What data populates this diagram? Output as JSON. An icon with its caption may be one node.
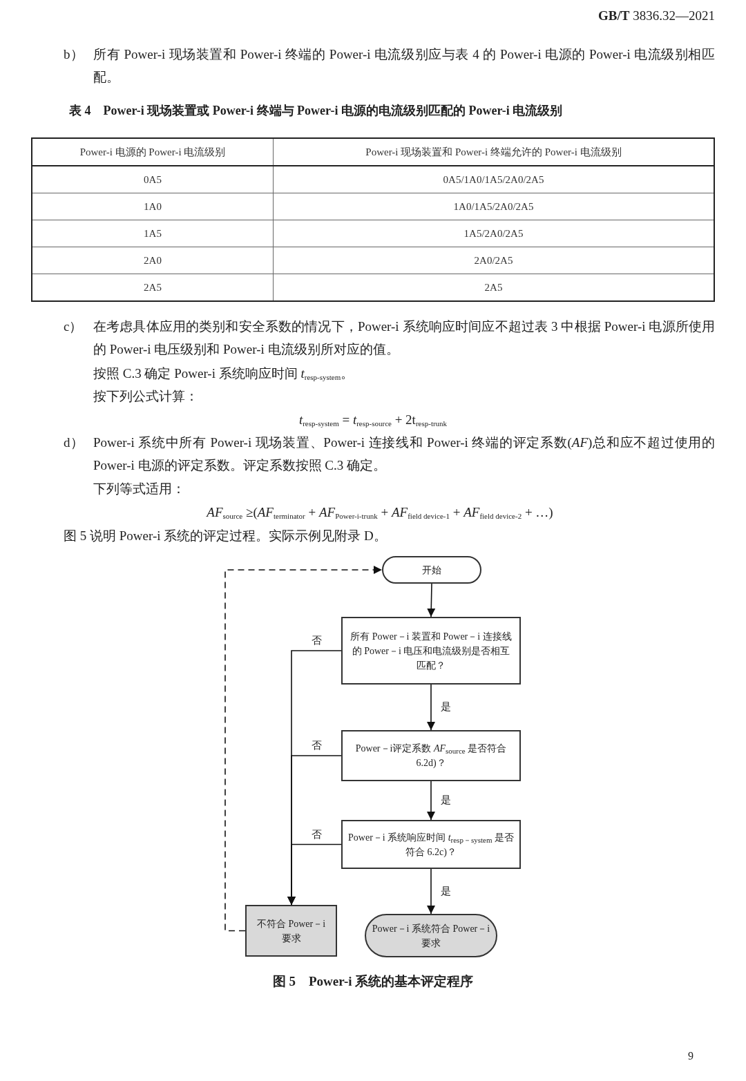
{
  "diagram": {
    "caption": "图 5　Power-i 系统的基本评定程序",
    "nodes": [
      {
        "text": [
          "开始"
        ]
      },
      {
        "text": [
          "所有 Power－i 装置和 Power－i 连接线的 Power－i 电压和电流级别是否相互匹配？"
        ]
      },
      {
        "text": [
          "Power－i评定系数 *AF*$_{source}$ 是否符合 6.2d)？"
        ]
      },
      {
        "text": [
          "Power－i 系统响应时间 *t*$_{resp－system}$ 是否符合 6.2c)？"
        ]
      },
      {
        "text": [
          "不符合 Power－i 要求"
        ]
      },
      {
        "text": [
          "Power－i 系统符合 Power－i 要求"
        ]
      }
    ],
    "edges": [
      {
        "from": 0,
        "to": 1,
        "arrow": "to"
      },
      {
        "from": 1,
        "to": 2,
        "arrow": "to",
        "label": "是"
      },
      {
        "from": 2,
        "to": 3,
        "arrow": "to",
        "label": "是"
      },
      {
        "from": 3,
        "to": 5,
        "arrow": "to",
        "label": "是"
      },
      {
        "from": 1,
        "to": 4,
        "arrow": "to",
        "label": "否"
      },
      {
        "from": 2,
        "to": 4,
        "arrow": "to",
        "label": "否"
      },
      {
        "from": 3,
        "to": 4,
        "arrow": "to",
        "label": "否"
      },
      {
        "from": 4,
        "to": 0,
        "arrow": "to",
        "style": "dashed"
      }
    ],
    "labels": [
      "**GB/T** 3836.32—2021",
      "b）",
      "所有 Power-i 现场装置和 Power-i 终端的 Power-i 电流级别应与表 4 的 Power-i 电源的 Power-i 电流级别相匹配。",
      "表 4　Power-i 现场装置或 Power-i 终端与 Power-i 电源的电流级别匹配的 Power-i 电流级别",
      "Power-i 电源的 Power-i 电流级别",
      "Power-i 现场装置和 Power-i 终端允许的 Power-i 电流级别",
      "0A5",
      "0A5/1A0/1A5/2A0/2A5",
      "1A0",
      "1A0/1A5/2A0/2A5",
      "1A5",
      "1A5/2A0/2A5",
      "2A0",
      "2A0/2A5",
      "2A5",
      "2A5",
      "c）",
      "在考虑具体应用的类别和安全系数的情况下，Power-i 系统响应时间应不超过表 3 中根据 Power-i 电源所使用的 Power-i 电压级别和 Power-i 电流级别所对应的值。",
      "按照 C.3 确定 Power-i 系统响应时间 *t*$_{resp-system}$。",
      "按下列公式计算：",
      "*t*$_{resp-system}$ = *t*$_{resp-source}$ + 2t$_{resp-trunk}$",
      "d）",
      "Power-i 系统中所有 Power-i 现场装置、Power-i 连接线和 Power-i 终端的评定系数(*AF*)总和应不超过使用的 Power-i 电源的评定系数。评定系数按照 C.3 确定。",
      "下列等式适用：",
      "*AF*$_{source}$ ≥(*AF*$_{terminator}$ + *AF*$_{Power-i-trunk}$ + *AF*$_{field device-1}$ + *AF*$_{field device-2}$ + …)",
      "图 5 说明 Power-i 系统的评定过程。实际示例见附录 D。",
      "9"
    ]
  }
}
